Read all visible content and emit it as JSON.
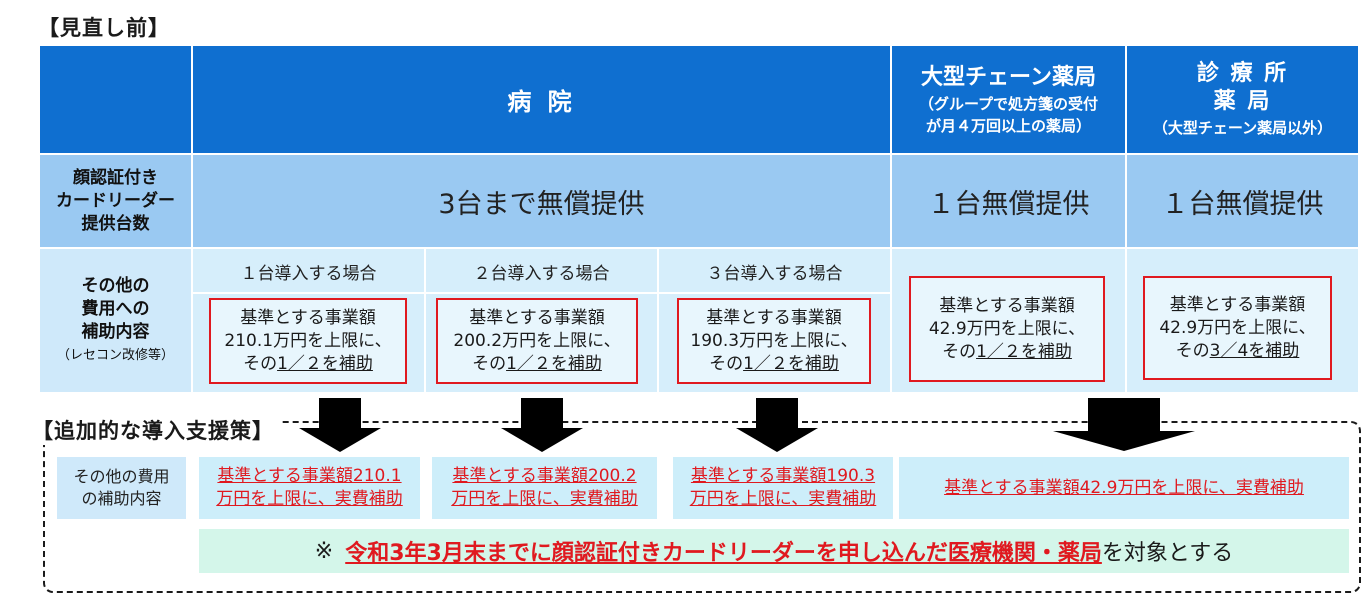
{
  "title_before": "【見直し前】",
  "title_additional": "【追加的な導入支援策】",
  "header": {
    "hospital": "病 院",
    "chain_title": "大型チェーン薬局",
    "chain_sub1": "（グループで処方箋の受付",
    "chain_sub2": "が月４万回以上の薬局）",
    "clinic_title1": "診 療 所",
    "clinic_title2": "薬 局",
    "clinic_sub": "（大型チェーン薬局以外）"
  },
  "row1": {
    "label_lines": [
      "顔認証付き",
      "カードリーダー",
      "提供台数"
    ],
    "hospital_value": "3台まで無償提供",
    "chain_value": "１台無償提供",
    "clinic_value": "１台無償提供"
  },
  "row2": {
    "label_lines": [
      "その他の",
      "費用への",
      "補助内容"
    ],
    "label_small": "（レセコン改修等）",
    "cases": [
      "１台導入する場合",
      "２台導入する場合",
      "３台導入する場合"
    ],
    "boxes": [
      {
        "line1": "基準とする事業額",
        "line2": "210.1万円を上限に、",
        "pre": "その",
        "frac": "1／２を補助"
      },
      {
        "line1": "基準とする事業額",
        "line2": "200.2万円を上限に、",
        "pre": "その",
        "frac": "1／２を補助"
      },
      {
        "line1": "基準とする事業額",
        "line2": "190.3万円を上限に、",
        "pre": "その",
        "frac": "1／２を補助"
      },
      {
        "line1": "基準とする事業額",
        "line2": "42.9万円を上限に、",
        "pre": "その",
        "frac": "1／２を補助"
      },
      {
        "line1": "基準とする事業額",
        "line2": "42.9万円を上限に、",
        "pre": "その",
        "frac": "3／4を補助"
      }
    ]
  },
  "additional": {
    "label_lines": [
      "その他の費用",
      "の補助内容"
    ],
    "cells": [
      {
        "line1": "基準とする事業額210.1",
        "line2": "万円を上限に、実費補助"
      },
      {
        "line1": "基準とする事業額200.2",
        "line2": "万円を上限に、実費補助"
      },
      {
        "line1": "基準とする事業額190.3",
        "line2": "万円を上限に、実費補助"
      },
      {
        "line1": "基準とする事業額42.9万円を上限に、実費補助",
        "line2": ""
      }
    ],
    "note_prefix": "※",
    "note_red": "令和3年3月末までに顔認証付きカードリーダーを申し込んだ医療機関・薬局",
    "note_suffix": "を対象とする"
  },
  "colors": {
    "header_blue": "#0f6fd0",
    "light_blue": "#9ac9f2",
    "pale_blue": "#d6eefb",
    "red": "#e0191f",
    "note_green": "#d4f6ea"
  }
}
